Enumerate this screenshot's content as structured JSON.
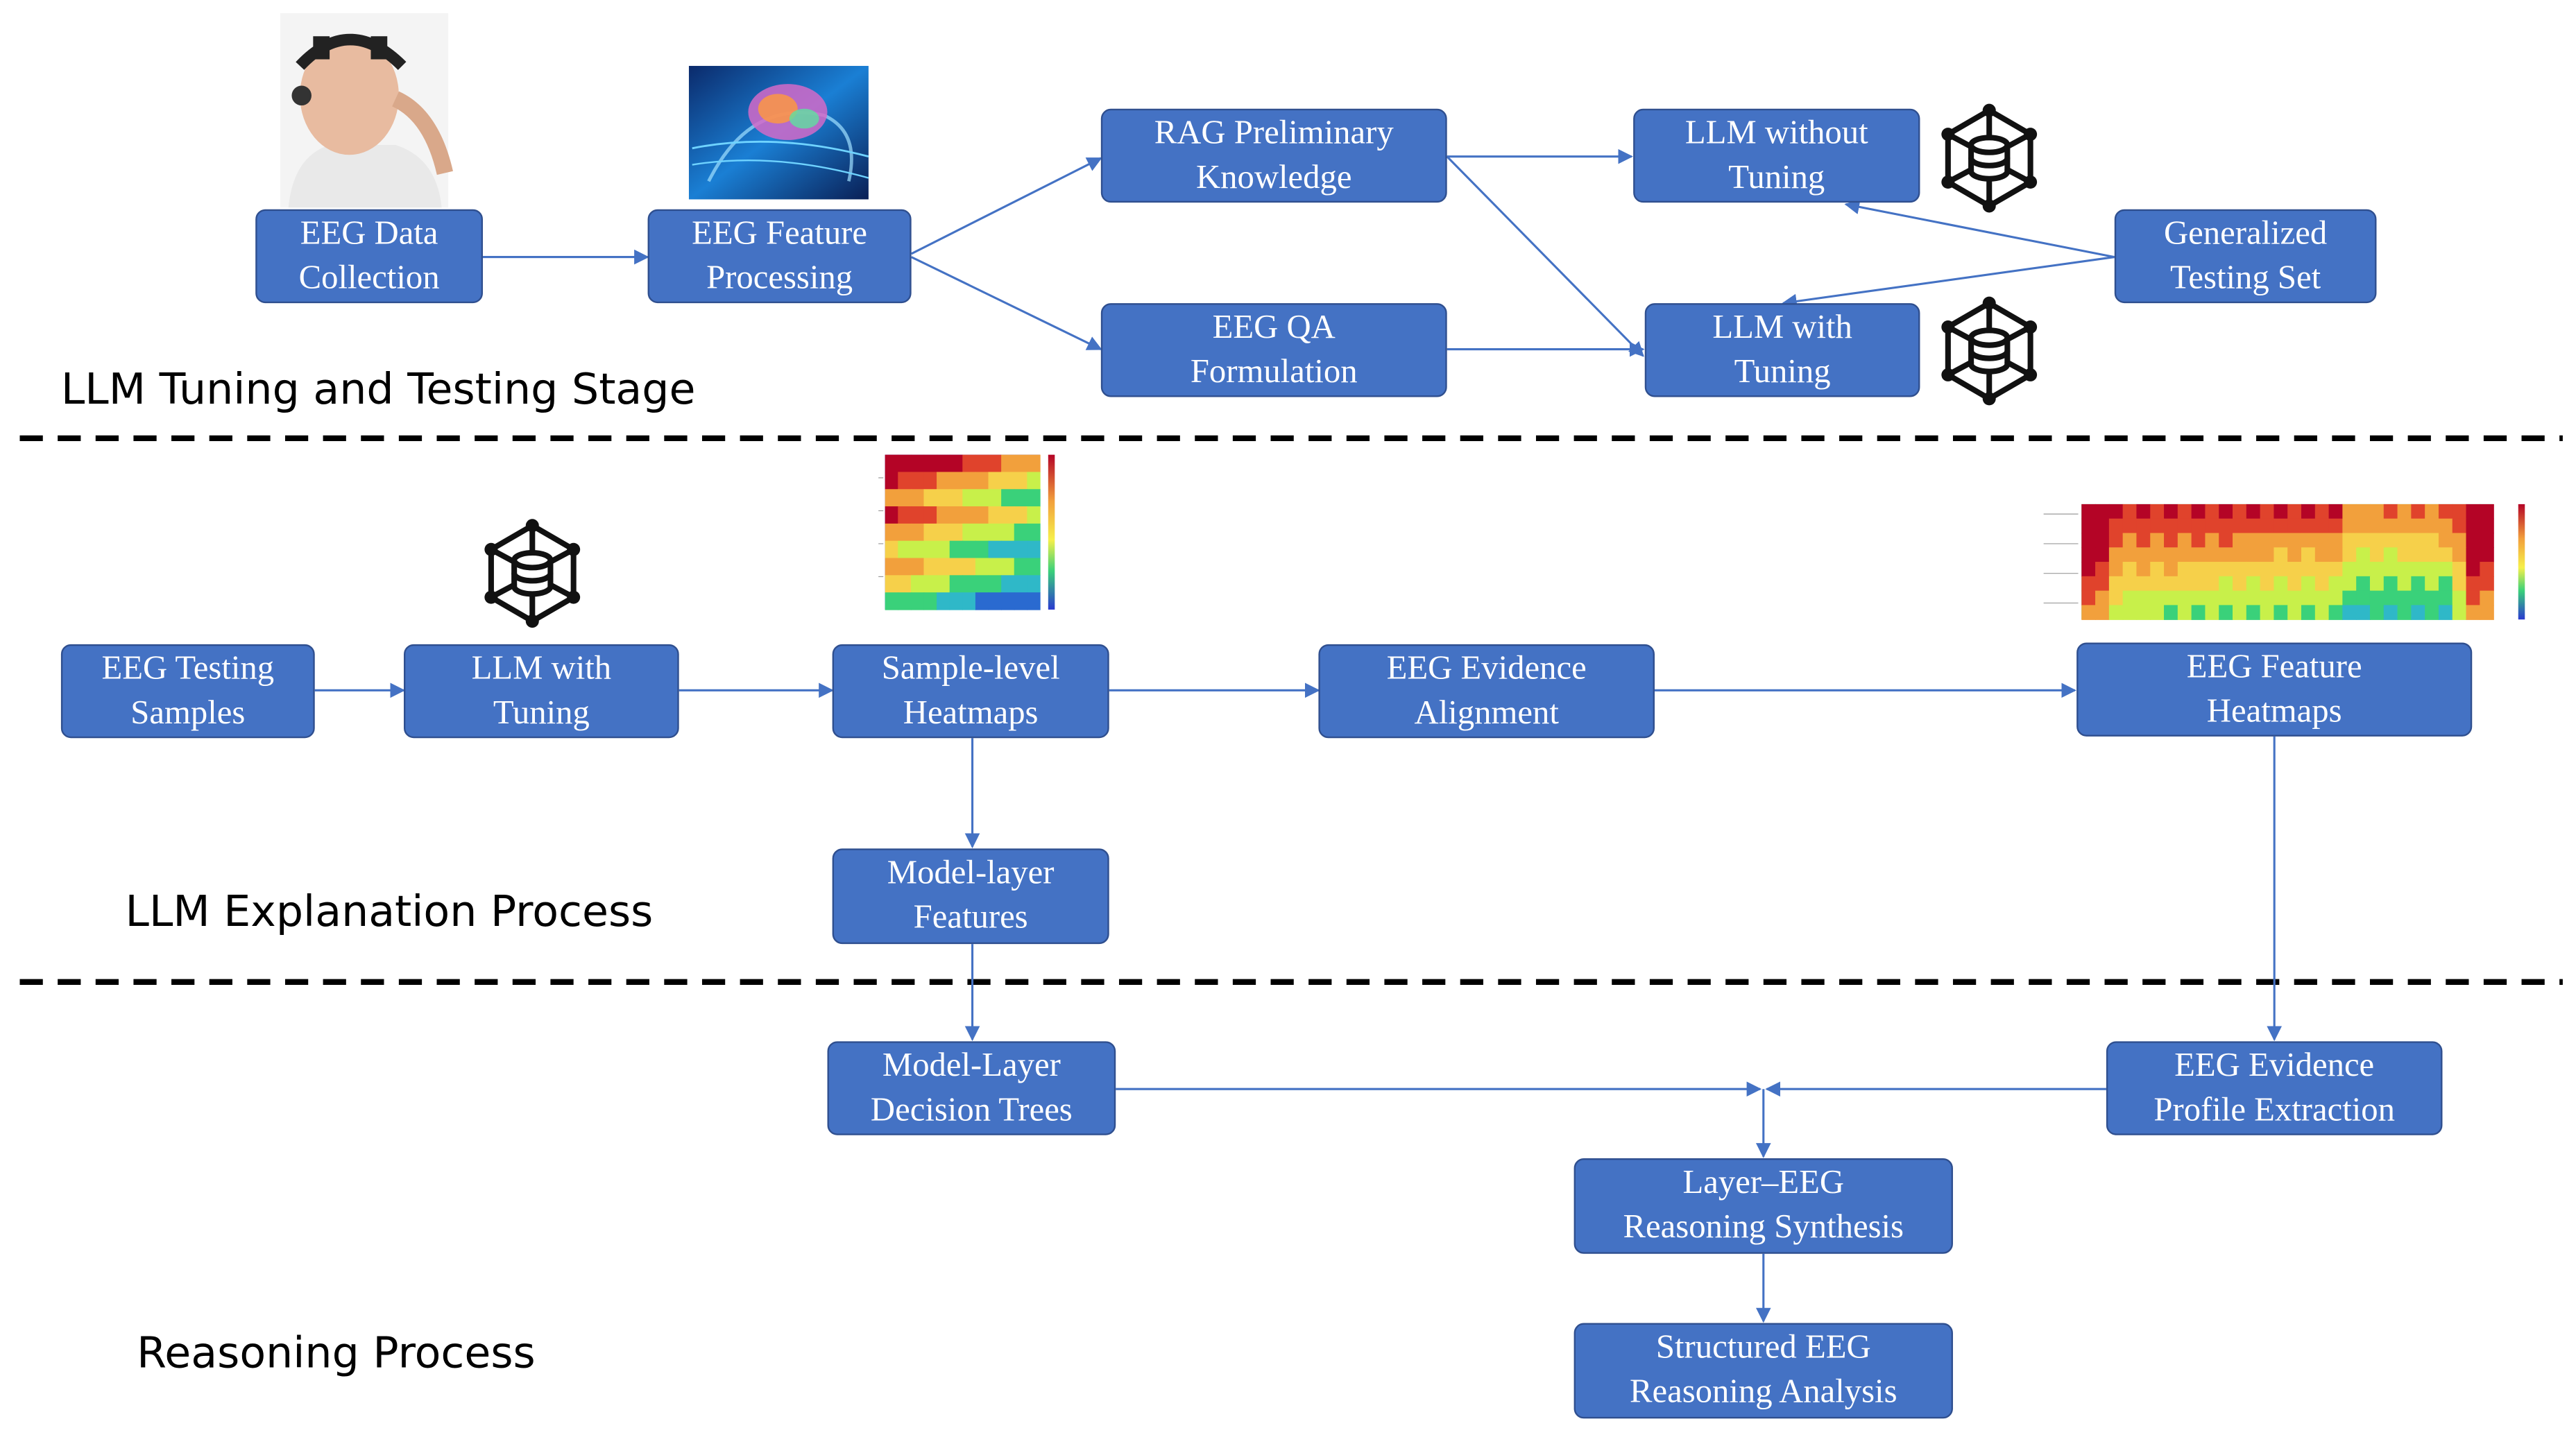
{
  "stages": {
    "tuning": "LLM Tuning and Testing Stage",
    "explanation": "LLM Explanation Process",
    "reasoning": "Reasoning Process"
  },
  "nodes": {
    "eeg_data_collection": [
      "EEG Data",
      "Collection"
    ],
    "eeg_feature_processing": [
      "EEG Feature",
      "Processing"
    ],
    "rag_preliminary_knowledge": [
      "RAG Preliminary",
      "Knowledge"
    ],
    "eeg_qa_formulation": [
      "EEG QA",
      "Formulation"
    ],
    "llm_without_tuning": [
      "LLM without",
      "Tuning"
    ],
    "llm_with_tuning_top": [
      "LLM with",
      "Tuning"
    ],
    "generalized_testing_set": [
      "Generalized",
      "Testing Set"
    ],
    "eeg_testing_samples": [
      "EEG Testing",
      "Samples"
    ],
    "llm_with_tuning_mid": [
      "LLM with",
      "Tuning"
    ],
    "sample_level_heatmaps": [
      "Sample-level",
      "Heatmaps"
    ],
    "eeg_evidence_alignment": [
      "EEG Evidence",
      "Alignment"
    ],
    "eeg_feature_heatmaps": [
      "EEG Feature",
      "Heatmaps"
    ],
    "model_layer_features": [
      "Model-layer",
      "Features"
    ],
    "model_layer_decision_trees": [
      "Model-Layer",
      "Decision Trees"
    ],
    "eeg_evidence_profile_extraction": [
      "EEG Evidence",
      "Profile Extraction"
    ],
    "layer_eeg_reasoning_synthesis": [
      "Layer–EEG",
      "Reasoning Synthesis"
    ],
    "structured_eeg_reasoning_analysis": [
      "Structured EEG",
      "Reasoning Analysis"
    ]
  },
  "icons": {
    "llm": "network-database-icon",
    "eeg_collection": "eeg-headset-photo",
    "feature_processing": "brain-scan-image",
    "sample_heatmap": "heatmap-thumbnail",
    "feature_heatmap": "heatmap-thumbnail"
  },
  "colors": {
    "node_fill": "#4472c4",
    "node_border": "#2f4f8f",
    "arrow": "#4472c4",
    "divider": "#000000"
  }
}
